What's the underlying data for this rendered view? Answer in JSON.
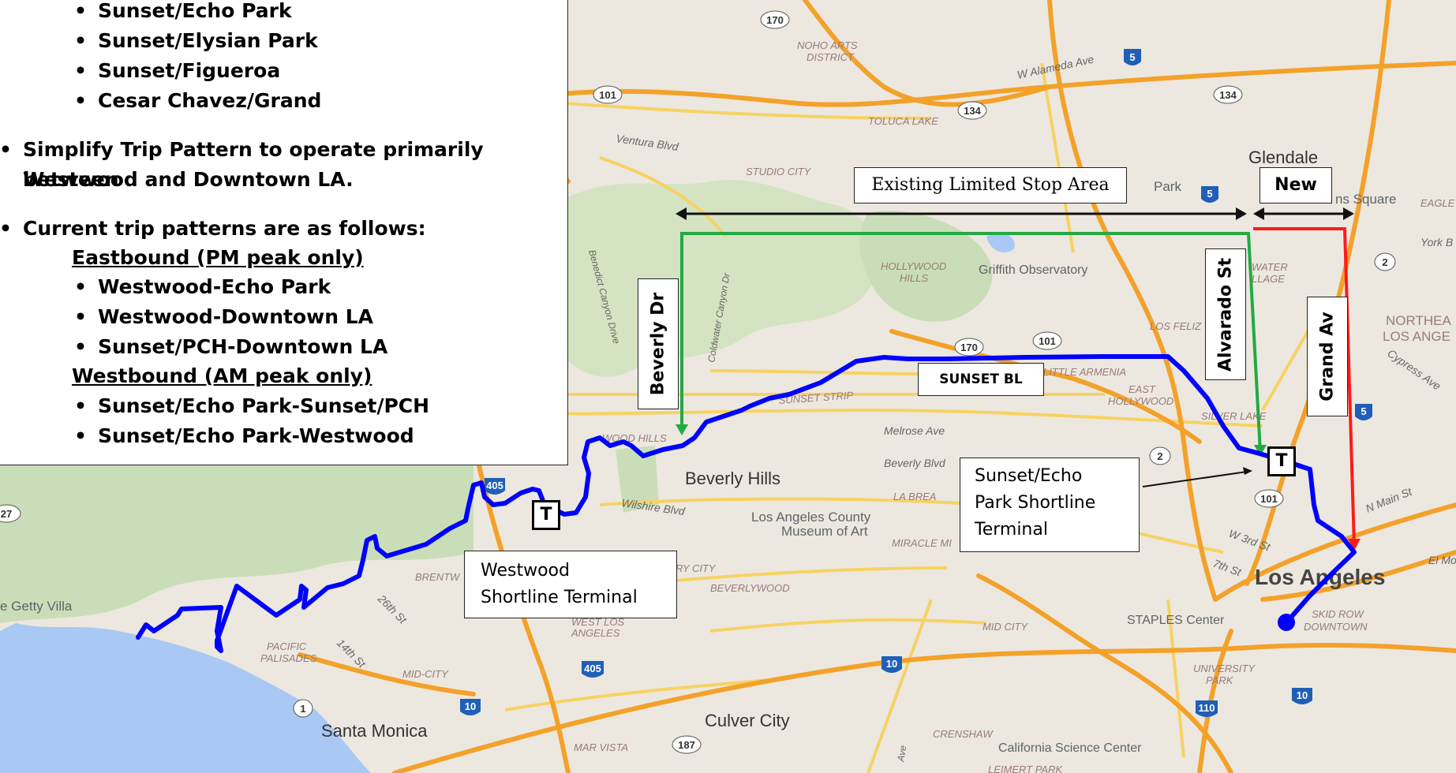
{
  "info_box": {
    "bullets_top": [
      "Sunset/Echo Park",
      "Sunset/Elysian Park",
      "Sunset/Figueroa",
      "Cesar Chavez/Grand"
    ],
    "simplify_line1": "Simplify Trip Pattern to operate primarily between",
    "simplify_line2": "Westwood and Downtown LA.",
    "current": "Current trip patterns are as follows:",
    "eastbound_header": "Eastbound (PM peak only)",
    "eastbound": [
      "Westwood-Echo Park",
      "Westwood-Downtown LA",
      "Sunset/PCH-Downtown LA"
    ],
    "westbound_header": "Westbound (AM peak only)",
    "westbound": [
      "Sunset/Echo Park-Sunset/PCH",
      "Sunset/Echo Park-Westwood"
    ]
  },
  "annotations": {
    "existing_area": "Existing Limited Stop Area",
    "new_area": "New",
    "beverly": "Beverly Dr",
    "alvarado": "Alvarado St",
    "grand": "Grand Av",
    "sunset": "SUNSET BL",
    "terminal_marker": "T",
    "echo_terminal": [
      "Sunset/Echo",
      "Park Shortline",
      "Terminal"
    ],
    "westwood_terminal": [
      "Westwood",
      "Shortline Terminal"
    ]
  },
  "map_labels": {
    "places": {
      "beverly_hills": "Beverly Hills",
      "santa_monica": "Santa Monica",
      "culver_city": "Culver City",
      "glendale": "Glendale",
      "los_angeles": "Los Angeles",
      "getty_villa": "e Getty Villa",
      "lacma": [
        "Los Angeles County",
        "Museum of Art"
      ],
      "griffith": "Griffith Observatory",
      "staples": "STAPLES Center",
      "science_center": "California Science Center",
      "northeast": [
        "NORTHEA",
        "LOS ANGE"
      ],
      "studio_city": "STUDIO CITY",
      "toluca_lake": "TOLUCA LAKE",
      "noho": [
        "NOHO ARTS",
        "DISTRICT"
      ],
      "hollywood_hills": [
        "HOLLYWOOD",
        "HILLS"
      ],
      "little_armenia": "LITTLE ARMENIA",
      "east_hollywood": [
        "EAST",
        "HOLLYWOOD"
      ],
      "los_feliz": "LOS FELIZ",
      "silver_lake": "SILVER LAKE",
      "la_brea": "LA BREA",
      "miracle_mile": "MIRACLE MI",
      "mid_city": "MID CITY",
      "mid_city_w": "MID-CITY",
      "pacific_palisades": [
        "PACIFIC",
        "PALISADES"
      ],
      "brentwood": "BRENTW",
      "beverlywood": "BEVERLYWOOD",
      "university_park": [
        "UNIVERSITY",
        "PARK"
      ],
      "crenshaw": "CRENSHAW",
      "leimert": "LEIMERT PARK",
      "mar_vista": "MAR VISTA",
      "west_la": [
        "WEST LOS",
        "ANGELES"
      ],
      "skid_row": [
        "SKID ROW",
        "DOWNTOWN"
      ],
      "atwater": [
        "WATER",
        "LLAGE"
      ],
      "ry_city": "RY CITY",
      "eagle": "EAGLE",
      "park": "Park",
      "square": "ns Square",
      "wood_hills": "WOOD HILLS"
    },
    "streets": {
      "ventura": "Ventura Blvd",
      "alameda": "W Alameda Ave",
      "melrose": "Melrose Ave",
      "beverly_blvd": "Beverly Blvd",
      "wilshire": "Wilshire Blvd",
      "coldwater": "Coldwater Canyon Dr",
      "benedict": "Benedict Canyon Drive",
      "w3rd": "W 3rd St",
      "s7th": "7th St",
      "n_main": "N Main St",
      "cypress": "Cypress Ave",
      "york": "York B",
      "s26th": "26th St",
      "s14th": "14th St",
      "sunset_strip": "SUNSET STRIP",
      "el_mo": "El Mo",
      "ave": "Ave"
    },
    "shields": [
      "170",
      "5",
      "101",
      "134",
      "134",
      "170",
      "101",
      "2",
      "2",
      "405",
      "405",
      "10",
      "10",
      "10",
      "110",
      "101",
      "187",
      "1",
      "5",
      "5",
      "27"
    ]
  },
  "colors": {
    "route": "#0000ff",
    "existing": "#22aa44",
    "new": "#ff1a1a",
    "freeway": "#f4a12a",
    "arterial": "#f7d264",
    "water": "#a9c8f3",
    "park": "#c6dfb5"
  }
}
